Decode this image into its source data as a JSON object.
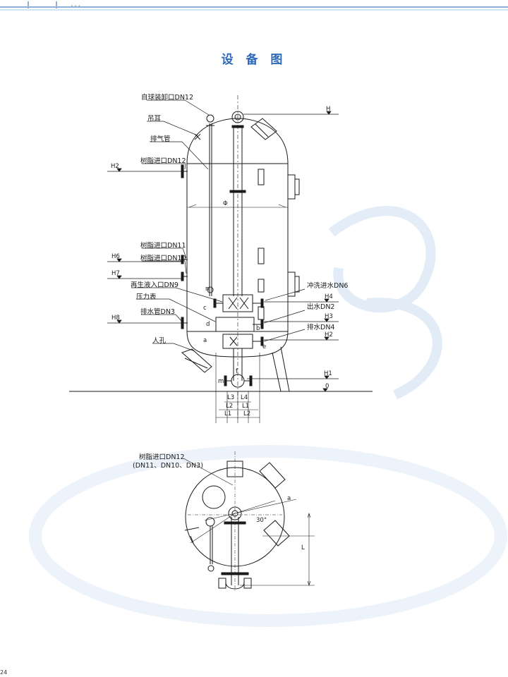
{
  "header_text": "...",
  "page_title": "设 备 图",
  "page_number": "24",
  "elevation_view": {
    "callouts": {
      "upper_distributor_port": "自球装卸口DN12",
      "lifting_lug": "吊耳",
      "vent_pipe": "排气管",
      "resin_inlet_dn12": "树脂进口DN12",
      "resin_inlet_dn11": "树脂进口DN11",
      "resin_inlet_dn10": "树脂进口DN10",
      "regen_inlet_dn9": "再生液入口DN9",
      "pressure_gauge": "压力表",
      "drain_dn3": "排水管DN3",
      "manhole": "人孔",
      "backwash_dn6": "冲洗进水DN6",
      "outlet_dn2": "出水DN2",
      "drain_dn4": "排水DN4"
    },
    "levels": {
      "h": "H",
      "h2_left": "H2",
      "h6": "H6",
      "h7": "H7",
      "h8": "H8",
      "h4": "H4",
      "h3": "H3",
      "h2_right": "H2",
      "h1": "H1",
      "zero": "0"
    },
    "diameter": "Φ",
    "letters": {
      "n": "n",
      "c": "c",
      "d": "d",
      "a": "a",
      "b": "b",
      "e": "e",
      "f": "f",
      "m": "m"
    },
    "dims": {
      "l3": "L3",
      "l4": "L4",
      "l2_a": "L2",
      "l1_a": "L1",
      "l1_b": "L1",
      "l2_b": "L2"
    }
  },
  "plan_view": {
    "resin_inlet_line1": "树脂进口DN12",
    "resin_inlet_line2": "(DN11、DN10、DN3)",
    "angle_1": "a",
    "angle_2": "30°",
    "dim_l": "L"
  },
  "colors": {
    "line": "#1a1a1a",
    "title": "#2f6ab8",
    "watermark": "#cfe0f2"
  }
}
